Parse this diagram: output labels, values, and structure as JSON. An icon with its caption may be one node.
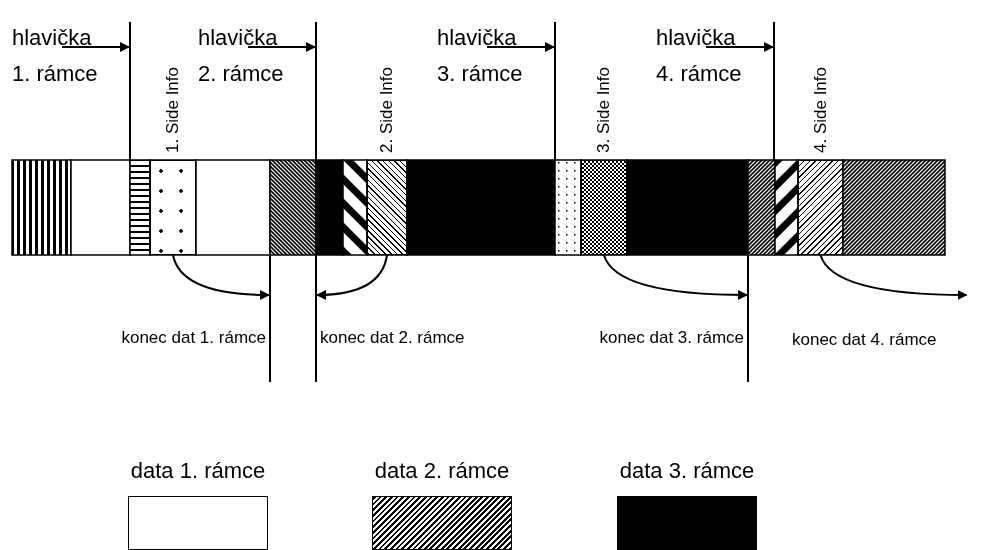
{
  "diagram": {
    "nodes": [
      {
        "text": [
          "hlavička 1. rámce"
        ]
      },
      {
        "text": [
          "hlavička 2. rámce"
        ]
      },
      {
        "text": [
          "hlavička 3. rámce"
        ]
      },
      {
        "text": [
          "hlavička 4. rámce"
        ]
      },
      {
        "text": [],
        "shape": "line"
      },
      {
        "text": [],
        "shape": "line"
      },
      {
        "text": [],
        "shape": "line"
      },
      {
        "text": [],
        "shape": "line"
      },
      {
        "text": [
          "1. Side Info"
        ]
      },
      {
        "text": [
          "2. Side Info"
        ]
      },
      {
        "text": [
          "3. Side Info"
        ]
      },
      {
        "text": [
          "4. Side Info"
        ]
      },
      {
        "text": [],
        "shape": "line",
        "beside": [
          "konec dat 1. rámce"
        ]
      },
      {
        "text": [],
        "shape": "line",
        "beside": [
          "konec dat 2. rámce"
        ]
      },
      {
        "text": [],
        "shape": "line",
        "beside": [
          "konec dat 3. rámce"
        ]
      }
    ],
    "edges": [
      {
        "from": 0,
        "to": 4,
        "arrow": "to"
      },
      {
        "from": 1,
        "to": 5,
        "arrow": "to"
      },
      {
        "from": 2,
        "to": 6,
        "arrow": "to"
      },
      {
        "from": 3,
        "to": 7,
        "arrow": "to"
      },
      {
        "from": 8,
        "to": 12,
        "arrow": "to"
      },
      {
        "from": 9,
        "to": 13,
        "arrow": "to"
      },
      {
        "from": 10,
        "to": 14,
        "arrow": "to"
      },
      {
        "from": 11,
        "to": null,
        "arrow": "to"
      }
    ],
    "labels": [
      "konec dat 4. rámce"
    ],
    "legend": [
      {
        "text": "data 1. rámce",
        "color": "#ffffff"
      },
      {
        "text": "data 2. rámce"
      },
      {
        "text": "data 3. rámce",
        "color": "#000000"
      }
    ]
  }
}
